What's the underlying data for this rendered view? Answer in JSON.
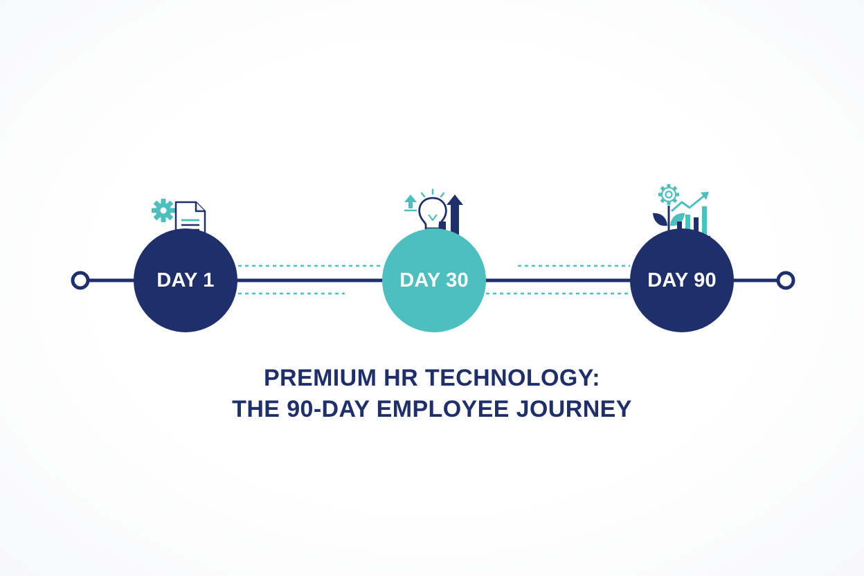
{
  "colors": {
    "navy": "#1f2f6b",
    "teal": "#4dbfbf",
    "background": "#ffffff"
  },
  "milestones": [
    {
      "label": "DAY 1",
      "color": "#1f2f6b",
      "icons": [
        "gear-icon",
        "document-icon"
      ]
    },
    {
      "label": "DAY 30",
      "color": "#4dbfbf",
      "icons": [
        "upload-arrow-icon",
        "lightbulb-icon",
        "growth-arrow-icon"
      ]
    },
    {
      "label": "DAY 90",
      "color": "#1f2f6b",
      "icons": [
        "gear-icon",
        "plant-icon",
        "bar-chart-trend-icon"
      ]
    }
  ],
  "title": {
    "line1": "PREMIUM HR TECHNOLOGY:",
    "line2": "THE 90-DAY EMPLOYEE JOURNEY"
  }
}
